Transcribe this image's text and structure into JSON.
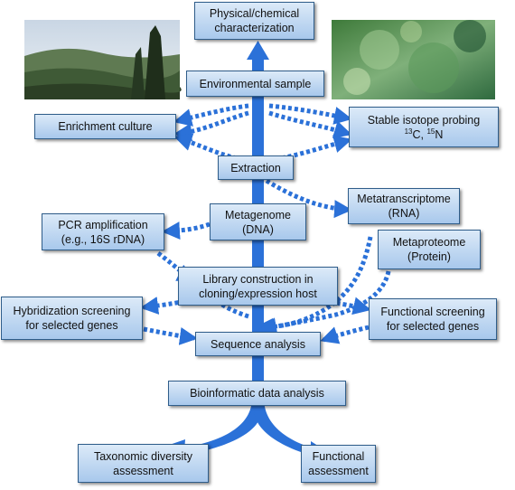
{
  "colors": {
    "arrow_main": "#2b71d8",
    "arrow_dashed": "#2b71d8",
    "box_fill_top": "#dceaf8",
    "box_fill_bottom": "#a8c8ec",
    "box_border": "#2f5d8a"
  },
  "images": {
    "landscape": "landscape-photo",
    "underwater": "underwater-photo"
  },
  "boxes": {
    "physical": [
      "Physical/chemical",
      "characterization"
    ],
    "env_sample": [
      "Environmental sample"
    ],
    "enrichment": [
      "Enrichment culture"
    ],
    "sip_title": "Stable isotope probing",
    "sip_c_mass": "13",
    "sip_c": "C, ",
    "sip_n_mass": "15",
    "sip_n": "N",
    "extraction": [
      "Extraction"
    ],
    "metagenome": [
      "Metagenome",
      "(DNA)"
    ],
    "metatranscriptome": [
      "Metatranscriptome",
      "(RNA)"
    ],
    "metaproteome": [
      "Metaproteome",
      "(Protein)"
    ],
    "pcr": [
      "PCR amplification",
      "(e.g., 16S rDNA)"
    ],
    "library": [
      "Library construction in",
      "cloning/expression host"
    ],
    "hybridization": [
      "Hybridization screening",
      "for selected genes"
    ],
    "functional_screening": [
      "Functional screening",
      "for selected genes"
    ],
    "sequence": [
      "Sequence analysis"
    ],
    "bioinformatic": [
      "Bioinformatic data analysis"
    ],
    "taxonomic": [
      "Taxonomic diversity",
      "assessment"
    ],
    "functional": [
      "Functional",
      "assessment"
    ]
  }
}
